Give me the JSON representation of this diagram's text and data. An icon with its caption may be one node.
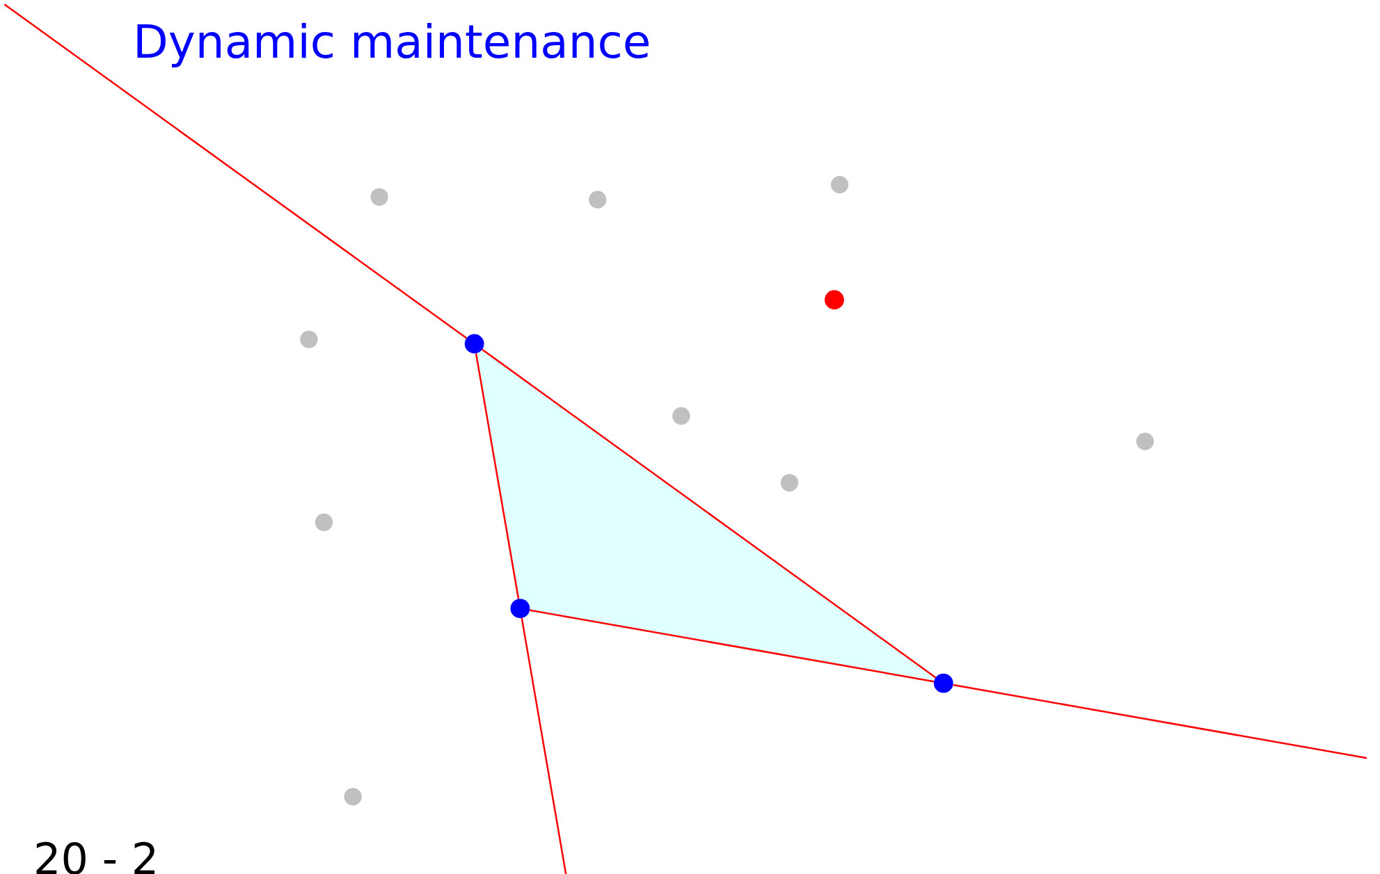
{
  "diagram": {
    "title": "Dynamic maintenance",
    "nodes": [
      {
        "text": [],
        "shape": "circle"
      },
      {
        "text": [],
        "shape": "circle"
      },
      {
        "text": [],
        "shape": "circle"
      },
      {
        "text": [],
        "shape": "circle"
      },
      {
        "text": [],
        "shape": "circle"
      },
      {
        "text": [],
        "shape": "circle"
      },
      {
        "text": [],
        "shape": "circle"
      },
      {
        "text": [],
        "shape": "circle"
      },
      {
        "text": [],
        "shape": "circle"
      },
      {
        "text": [],
        "shape": "circle"
      },
      {
        "text": [],
        "shape": "circle"
      },
      {
        "text": [],
        "shape": "circle"
      },
      {
        "text": [],
        "shape": "circle"
      }
    ],
    "edges": [
      {
        "from": null,
        "to": 5,
        "arrow": "none"
      },
      {
        "from": 5,
        "to": 10,
        "arrow": "none"
      },
      {
        "from": 5,
        "to": 11,
        "arrow": "none"
      },
      {
        "from": 10,
        "to": 11,
        "arrow": "none"
      },
      {
        "from": 10,
        "to": null,
        "arrow": "none"
      },
      {
        "from": 11,
        "to": null,
        "arrow": "none"
      }
    ],
    "labels": [
      "20 - 2"
    ]
  }
}
